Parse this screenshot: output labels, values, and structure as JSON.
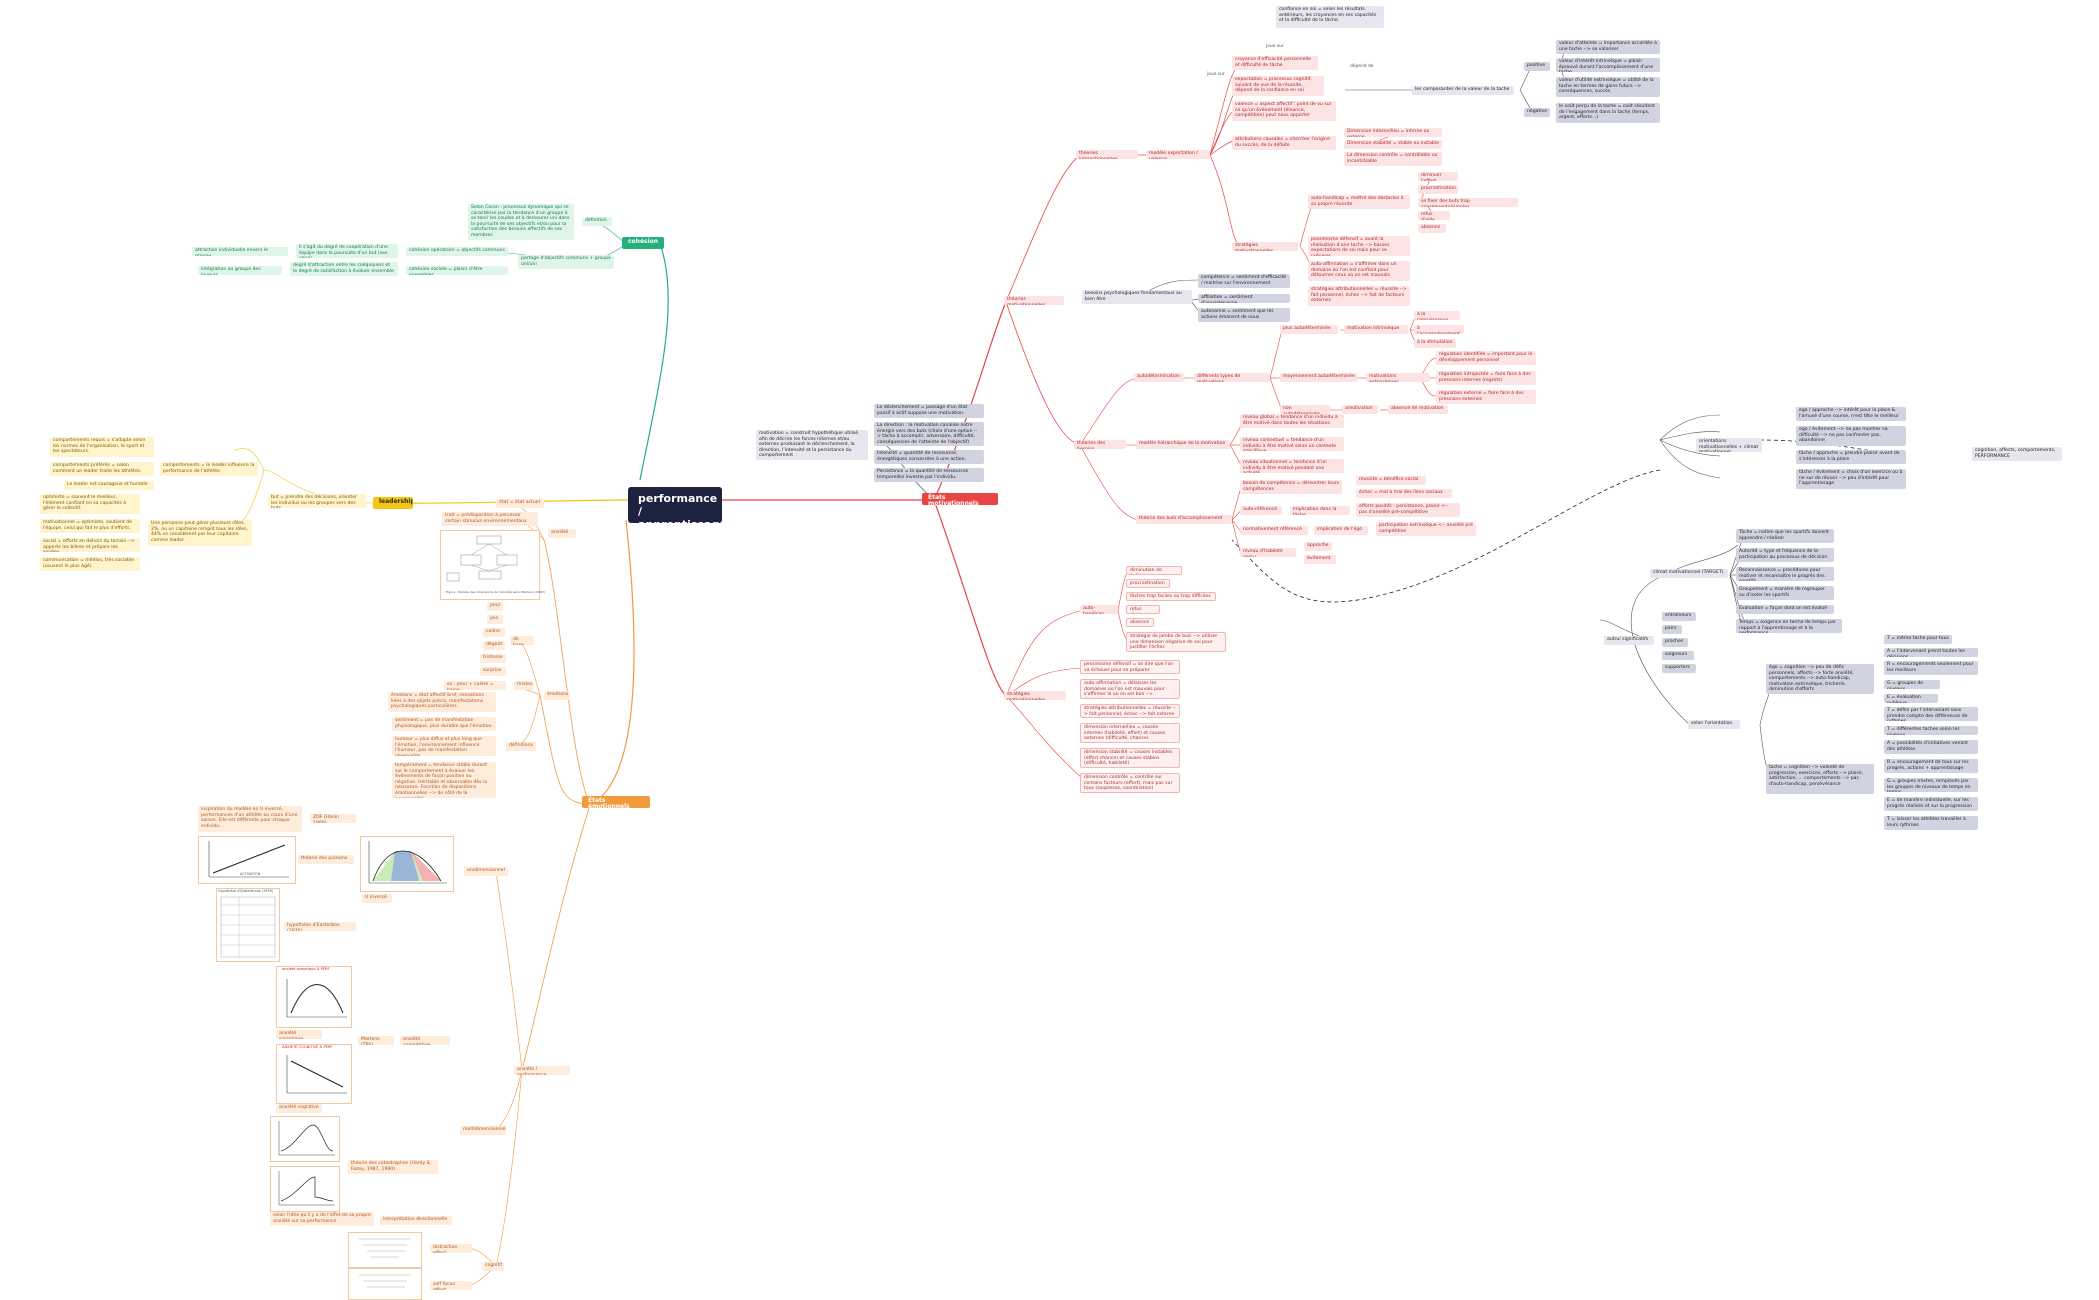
{
  "root": "performance / apprentissage",
  "branches": {
    "motivation": "États motivationnels",
    "emotion": "États émotionnels",
    "cohesion": "cohésion",
    "leadership": "leadership"
  },
  "motivation": {
    "definition": "motivation = construit hypothétique utilisé afin de décrire les forces internes et/ou externes produisant le déclenchement, la direction, l'intensité et la persistance du comportement",
    "facets": [
      "Le déclenchement = passage d'un état passif à actif suppose une motivation.",
      "La direction : la motivation canalise notre énergie vers des buts (choix d'une option --> tâche à accomplir, adversaire, difficulté, conséquences de l'atteinte de l'objectif)",
      "Intensité = quantité de ressources énergétiques consacrées à une action.",
      "Persistance = la quantité de ressources temporelles investie par l'individu."
    ],
    "theories": "théories motivationnelles",
    "interactionnistes": "théories interactionnistes",
    "expectation_model": "modèle expectation / valence",
    "confidence": "confiance en soi = selon les résultats antérieurs, les croyances en ses capacités et la difficulté de la tâche.",
    "ev_items": [
      "croyance d'efficacité personnelle et difficulté de tâche",
      "expectation = processus cognitif, suivant de vue de la réussite, dépend de la confiance en soi",
      "valence = aspect affectif : point de vu sur ce qu'un évènement (éleance, compétition) peut nous apporter",
      "attributions causales = chercher l'origine du succès, de la défaite"
    ],
    "jouesur": "joue sur",
    "dependde": "dépend de",
    "valence_components": "les composantes de la valeur de la tache",
    "positive": "positive",
    "negative": "négative",
    "positive_items": [
      "valeur d'atteinte = importance accordée à une tache --> se valoriser",
      "valeur d'intérêt intrinsèque = plaisir éprouvé durant l'accomplissement d'une tache",
      "valeur d'utilité extrinsèque = utilité de la tache en termes de gains futurs --> conséquences, succès"
    ],
    "negative_items": [
      "le coût perçu de la tache = coût résultant de l'engagement dans la tache (temps, argent, efforts...)"
    ],
    "attr_dims": [
      "Dimension interne/lieu = interne ou externe",
      "Dimension stabilité = stable ou instable",
      "La dimension contrôle = contrôlable ou incontrôlable"
    ],
    "strategies_label": "stratégies motivationnelles",
    "autohandicap": "auto-handicap = mettre des obstacles à sa propre réussite",
    "autohandicap_items": [
      "diminuer l'effort",
      "procrastination",
      "se fixer des buts trop conséquents/simples",
      "refus d'aide",
      "absence"
    ],
    "strategies": [
      "pessimisme défensif = avant la réalisation d'une tache --> basses expectations de soi mais pour se préparer",
      "auto-affirmation = s'affirmer dans un domaine où l'on est confiant pour détourner ceux où on est mauvais",
      "stratégies attributionnelles = réussite --> fait personnel, échec --> fait de facteurs externes"
    ],
    "besoins": "besoins psychologiques fondamentaux au bien être",
    "besoins_items": [
      "compétence = sentiment d'efficacité / maitrise sur l'environnement",
      "affiliation = sentiment d'appartenance",
      "autonomie = sentiment que les actions émanent de nous"
    ],
    "theories_besoins": "théories des besoins",
    "autodetermination": "autodétermination",
    "types": "différents types de motivations",
    "tm_items": [
      "plus autodéterminée",
      "moyennement autodéterminée",
      "non autodéterminée"
    ],
    "intrinseque": "motivation intrinsèque",
    "intr_items": [
      "à la connaissance",
      "à l'accomplissement",
      "à la stimulation"
    ],
    "extrinseque": "motivations extrinsèques",
    "extr_items": [
      "régulation identifiée = important pour le développement personnel",
      "régulation introjectée = faire face à des pressions internes (regrets)",
      "régulation externe = faire face à des pressions externes"
    ],
    "amotivation": "amotivation",
    "absence": "absence de motivation",
    "hierarchical": "modèle hiérarchique de la motivation",
    "hier_items": [
      "niveau global = tendance d'un individu à être motivé dans toutes les situations",
      "niveau contextuel = tendance d'un individu à être motivé selon un contexte spécifique",
      "niveau situationnel = tendance d'un individu à être motivé pendant une activité"
    ],
    "accomplissement": "théorie des buts d'accomplissement",
    "besoin_comp": "besoin de compétence = démontrer leurs compétences",
    "tache_label": "implication dans la tâche",
    "tache_items": [
      "réussite = bénéfice social",
      "échec = mal à mal des liens sociaux"
    ],
    "autoref": "auto-référencé",
    "autoref_result": "efforts positifs : persistance, plaisir <-- pas d'anxiété pré-compétitive",
    "normatif": "normativement référencé",
    "ego_label": "implication de l'égo",
    "ego_result": "participation extrinsèque <-- anxiété pré compétitive",
    "habilete": "niveau d'habileté perçu",
    "habilete_items": [
      "approche",
      "évitement"
    ],
    "strategies2": "stratégies motivationnelles",
    "ah2": "auto-handicap",
    "ah2_items": [
      "diminution de l'effort",
      "procrastination",
      "tâches trop faciles ou trop difficiles",
      "refus d'aides",
      "absence",
      "stratégie de jambe de bois --> utiliser une dimension négative de soi pour justifier l'échec"
    ],
    "strat2_items": [
      "pessimisme défensif = se dire que l'on va échouer pour se préparer",
      "auto-affirmation = délaisser les domaines où l'on est mauvais pour s'affirmer là où on est bon --> évaluation positive de soi",
      "stratégies attributionnelles = réussite --> fait personnel, échec --> fait externe",
      "dimension interne/lieu = causes internes (habileté, effort) et causes externes (difficulté, chance)",
      "dimension stabilité = causes instables (effort chance) et causes stables (difficulté, habileté)",
      "dimension contrôle = contrôle sur certains facteurs (effort), mais pas sur tous (souplesse, coordination)"
    ],
    "climate_link": "orientations motivationnelles + climat motivationnel",
    "climate_effects": "cognition, affects, comportements, PERFORMANCE",
    "orient_items": [
      "ego / approche --> intérêt pour la place & l'amusé d'une course, n'est tête le meilleur",
      "ego / évitement --> ne pas montrer sa difficulté --> ne pas confronter pas, abandonne",
      "tâche / approche = prendre plaisir avant de s'intéresser à la place",
      "tâche / évitement = choix d'un exercice ou à ne sur de réussir --> peu d'intérêt pour l'apprentissage"
    ],
    "climat": "climat motivationnel (TARGET)",
    "target": [
      "Tâche = notion que les sportifs doivent apprendre / réaliser",
      "Autorité = type et fréquence de la participation au processus de décision",
      "Reconnaissance = procédures pour motiver et reconnaître le progrès des sportifs",
      "Groupement = manière de regrouper ou d'isoler les sportifs",
      "Évaluation = façon dont on est évalué",
      "Temps = exigence en terme de temps par rapport à l'apprentissage et à la performance"
    ],
    "autrui": "autrui significatifs",
    "autrui_items": [
      "entraîneurs",
      "pairs",
      "proches",
      "soigneurs",
      "supporters"
    ],
    "orientation": "selon l'orientation",
    "ego_orient": "égo = cognition --> peu de défis personnels, affects --> forte anxiété, comportements --> auto-handicap, motivation extrinsèque, tricherie, diminution d'efforts",
    "ego_target": [
      "T = même tache pour tous",
      "A = l'intervenant prend toutes les décisions",
      "R = encouragements seulement pour les meilleurs",
      "G = groupes de niveaux",
      "E = évaluation publique",
      "T = défini par l'intervenant sans prendre compte des différences de rythmes"
    ],
    "task_orient": "tache = cognition --> volonté de progression, exercices, efforts --> plaisir, satisfaction, ... comportements --> pas d'auto-handicap, persévérance",
    "task_target": [
      "T = différentes taches selon les niveaux",
      "A = possibilités d'initiatives venant des athlètes",
      "R = encouragement de tous sur les progrès, actions + apprentissage",
      "G = groupes mixtes, remplacés par les groupes de niveaux de temps en temps",
      "E = de manière individuelle, sur les progrès réalisés et sur la progression",
      "T = laisser les athlètes travailler à leurs rythmes"
    ]
  },
  "emotion": {
    "etat": "état = état actuel",
    "trait": "trait = prédisposition à percevoir certain stimulus environnementaux",
    "anxiete": "anxiété",
    "diagram_caption": "Figure : Modèle des dimensions de l'anxiété selon Martens (1990)",
    "base_items": [
      "peur",
      "joie",
      "colère",
      "dégoût",
      "tristesse",
      "surprise"
    ],
    "de_base": "de base",
    "mixtes_label": "ex : peur + colère = haine",
    "mixtes": "mixtes",
    "emotions": "émotions",
    "definitions": "définitions",
    "def_items": [
      "émotions = état affectif bref, sensations liées à des objets précis, manifestations psychologiques particulières.",
      "sentiment = pas de manifestation physiologique, plus durable que l'émotion.",
      "humeur = plus diffus et plus long que l'émotion, l'environnement influence l'humeur, pas de manifestation observable.",
      "tempérament = tendance stable durant sur le comportement à évaluer les événements de façon positive ou négative. Héritable et observable dès la naissance. Fonction de dispositions émotionnelles --> de côté de la personnalité"
    ],
    "zof": "ZOF (Hanin 1980)",
    "zof_desc": "inspiration du modèle en U inversé, performances d'un athlète au cours d'une saison. Elle est différente pour chaque individu.",
    "forme_pulsions": "théorie des pulsions",
    "u_inverse": "U inversé",
    "yerkes": "hypothèse d'Easterbox (1970)",
    "unidimensionnel": "unidimensionnel",
    "arousal_axis": "ACTIVATION",
    "arousal_title": "Hypothèse d'Easterbrook (1959)",
    "somatique_title": "anxiété somatique & PERF",
    "somatique": "anxiété somatique",
    "cognitive_title": "ANXIÉTÉ COGNITIVE & PERF",
    "cognitive": "anxiété cognitive",
    "martens": "Martens (TPS)",
    "anx_comp": "anxiété compétitive",
    "multidimensionnel": "multidimensionnel",
    "catastrophes": "théorie des catastrophes (Hardy & Fazey, 1987, 1990)",
    "direction": "selon l'idée qu'il y a de l'effet de sa propre anxiété sur sa performance",
    "directionnelle": "interprétation directionnelle",
    "anx_perf": "anxiété / performance",
    "distraction": "distraction effect",
    "selffocus": "self focus effect",
    "cognitif": "cognitif"
  },
  "cohesion": {
    "definition_label": "définition",
    "definition": "Selon Caron : processus dynamique qui se caractérise par la tendance d'un groupe à se tenir les coudes et à demeurer uni dans la poursuite de ses objectifs et/ou pour la satisfaction des besoins affectifs de ses membres",
    "partage": "partage d'objectifs communs + groupe uni/uni",
    "op_label": "cohésion opératoire = objectifs communs",
    "op_desc": "Il s'agit du degré de coopération d'une équipe dans la poursuite d'un but (ses yeux)",
    "op_leaf": "attraction individuelle envers le groupe",
    "soc_label": "cohésion sociale = plaisir d'être ensembles",
    "soc_desc": "degré d'attraction entre les coéquipiers et le degré de satisfaction à évoluer ensemble",
    "soc_leaf": "intégration au groupe des joueurs"
  },
  "leadership": {
    "comportements": "comportements = le leader influence la performance de l'athlète",
    "comp_items": [
      "comportements requis = s'adapte selon les normes de l'organisation, le sport et les spectateurs.",
      "comportements préférés = selon comment un leader traite les athlètes.",
      "Le leader est courageux et humble"
    ],
    "but": "but = prendre des décisions, orienter les individus ou les groupes vers des buts.",
    "role_items": [
      "optimiste = souvent le meilleur, l'élément confiant en sa capacités à gérer le collectif.",
      "motivationnel = optimiste, soutient de l'équipe, celui qui fait le plus d'efforts.",
      "social = efforts en dehors du terrain --> apporte les bières et prépare les soirées.",
      "communication = médias, très sociable (souvent le plus âgé)"
    ],
    "role_summary": "Une personne peut gérer plusieurs rôles. 2%, ou un capitaine remplit tous les rôles, 44% se considèrent par leur capitaine comme leader"
  }
}
